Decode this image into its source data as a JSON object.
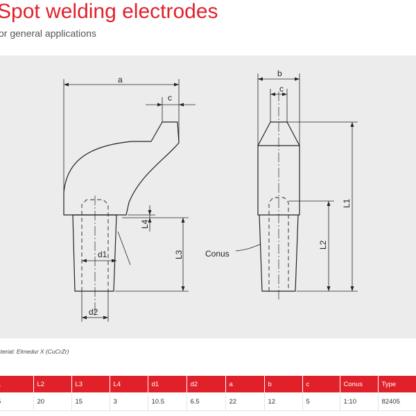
{
  "header": {
    "title": "Spot welding electrodes",
    "subtitle": "or general applications"
  },
  "drawing": {
    "labels": {
      "a": "a",
      "b": "b",
      "c_left": "c",
      "c_right": "c",
      "d1": "d1",
      "d2": "d2",
      "L1": "L1",
      "L2": "L2",
      "L3": "L3",
      "L4": "L4",
      "conus": "Conus"
    }
  },
  "material_note": "aterial: Elmedur X (CuCrZr)",
  "table": {
    "headers": [
      "1",
      "L2",
      "L3",
      "L4",
      "d1",
      "d2",
      "a",
      "b",
      "c",
      "Conus",
      "Type"
    ],
    "rows": [
      [
        "5",
        "20",
        "15",
        "3",
        "10.5",
        "6.5",
        "22",
        "12",
        "5",
        "1:10",
        "82405"
      ]
    ]
  },
  "colors": {
    "accent": "#e0212a",
    "panel": "#ececec",
    "line": "#222222"
  }
}
